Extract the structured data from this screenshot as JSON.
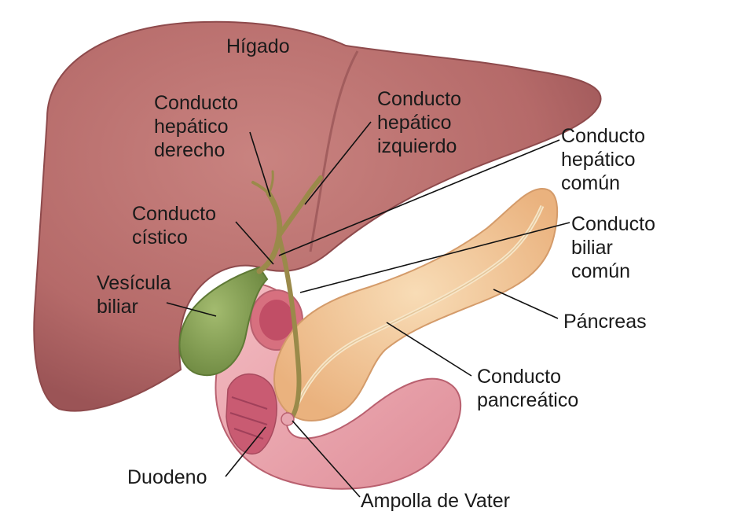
{
  "labels": {
    "liver": "Hígado",
    "right_hepatic_duct": [
      "Conducto",
      "hepático",
      "derecho"
    ],
    "left_hepatic_duct": [
      "Conducto",
      "hepático",
      "izquierdo"
    ],
    "common_hepatic_duct": [
      "Conducto",
      "hepático",
      "común"
    ],
    "common_bile_duct": [
      "Conducto",
      "biliar",
      "común"
    ],
    "cystic_duct": [
      "Conducto",
      "cístico"
    ],
    "gallbladder": [
      "Vesícula",
      "biliar"
    ],
    "pancreas": "Páncreas",
    "pancreatic_duct": [
      "Conducto",
      "pancreático"
    ],
    "duodenum": "Duodeno",
    "ampulla": "Ampolla de Vater"
  },
  "colors": {
    "liver": "#b56a69",
    "liver_dark": "#8e4a4c",
    "gallbladder": "#7f9a4f",
    "bile_duct": "#9a8a4a",
    "pancreas": "#f2c89a",
    "duodenum": "#e9a0a8",
    "duodenum_inner": "#c95b72",
    "leader_line": "#111111"
  }
}
